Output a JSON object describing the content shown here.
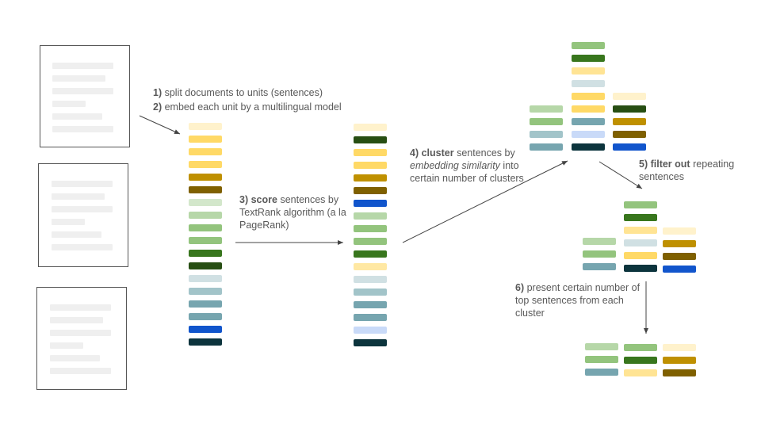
{
  "steps": {
    "s1": {
      "num": "1)",
      "text": "split documents to units (sentences)"
    },
    "s2": {
      "num": "2)",
      "text": "embed each unit by a multilingual model"
    },
    "s3": {
      "bold": "3) score",
      "rest": "sentences by TextRank algorithm (a la PageRank)"
    },
    "s4": {
      "bold": "4) cluster",
      "rest1": "sentences by",
      "italic": "embedding similarity",
      "rest2": "into certain number of clusters"
    },
    "s5": {
      "bold": "5) filter out",
      "rest": "repeating sentences"
    },
    "s6": {
      "bold": "6)",
      "rest": "present certain number of top sentences from each cluster"
    }
  },
  "colors": {
    "cream": "#fff2cc",
    "yellow": "#ffd966",
    "gold": "#bf9000",
    "olive": "#7f6000",
    "lightgreen": "#b6d7a8",
    "green": "#93c47d",
    "darkgreen": "#38761d",
    "forest": "#274e13",
    "paleblue": "#d0e0e3",
    "greyblue": "#a2c4c9",
    "teal": "#76a5af",
    "blue": "#1155cc",
    "lightblue": "#c9daf8",
    "darkteal": "#0c343d",
    "docline": "#efefef"
  }
}
